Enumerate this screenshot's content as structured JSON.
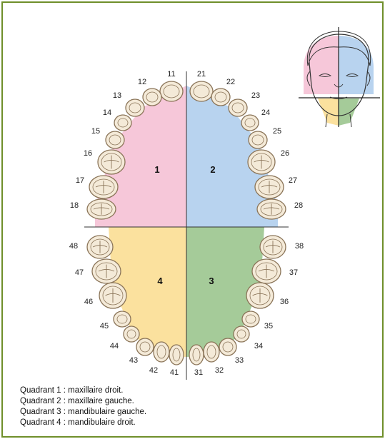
{
  "quadrants": [
    {
      "label": "1",
      "color": "#f6c7d9"
    },
    {
      "label": "2",
      "color": "#b8d3ef"
    },
    {
      "label": "3",
      "color": "#a5cb99"
    },
    {
      "label": "4",
      "color": "#fbe19e"
    }
  ],
  "teeth": {
    "q1": [
      "11",
      "12",
      "13",
      "14",
      "15",
      "16",
      "17",
      "18"
    ],
    "q2": [
      "21",
      "22",
      "23",
      "24",
      "25",
      "26",
      "27",
      "28"
    ],
    "q3": [
      "31",
      "32",
      "33",
      "34",
      "35",
      "36",
      "37",
      "38"
    ],
    "q4": [
      "41",
      "42",
      "43",
      "44",
      "45",
      "46",
      "47",
      "48"
    ]
  },
  "legend": [
    "Quadrant 1 : maxillaire droit.",
    "Quadrant 2 : maxillaire gauche.",
    "Quadrant 3 : mandibulaire gauche.",
    "Quadrant 4 : mandibulaire droit."
  ],
  "colors": {
    "frame": "#6f8f2a",
    "tooth_fill": "#f4ead8",
    "tooth_stroke": "#8a7458"
  }
}
